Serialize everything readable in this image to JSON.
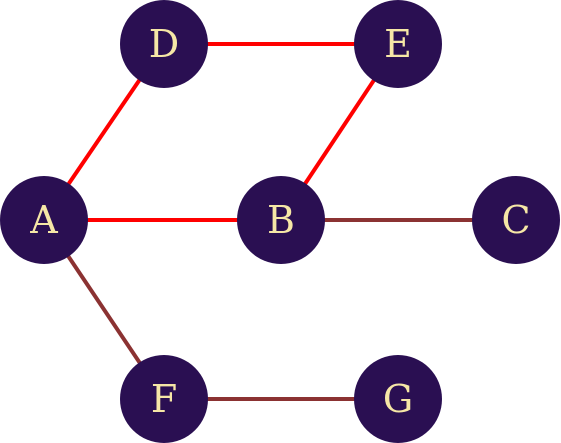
{
  "graph": {
    "nodes": [
      {
        "id": "A",
        "label": "A"
      },
      {
        "id": "B",
        "label": "B"
      },
      {
        "id": "C",
        "label": "C"
      },
      {
        "id": "D",
        "label": "D"
      },
      {
        "id": "E",
        "label": "E"
      },
      {
        "id": "F",
        "label": "F"
      },
      {
        "id": "G",
        "label": "G"
      }
    ],
    "edges": [
      {
        "from": "A",
        "to": "D",
        "color": "#ff0000"
      },
      {
        "from": "D",
        "to": "E",
        "color": "#ff0000"
      },
      {
        "from": "E",
        "to": "B",
        "color": "#ff0000"
      },
      {
        "from": "A",
        "to": "B",
        "color": "#ff0000"
      },
      {
        "from": "B",
        "to": "C",
        "color": "#8b3232"
      },
      {
        "from": "A",
        "to": "F",
        "color": "#8b3232"
      },
      {
        "from": "F",
        "to": "G",
        "color": "#8b3232"
      }
    ],
    "colors": {
      "node_fill": "#2a0f52",
      "label_color": "#f6e7a6"
    }
  }
}
